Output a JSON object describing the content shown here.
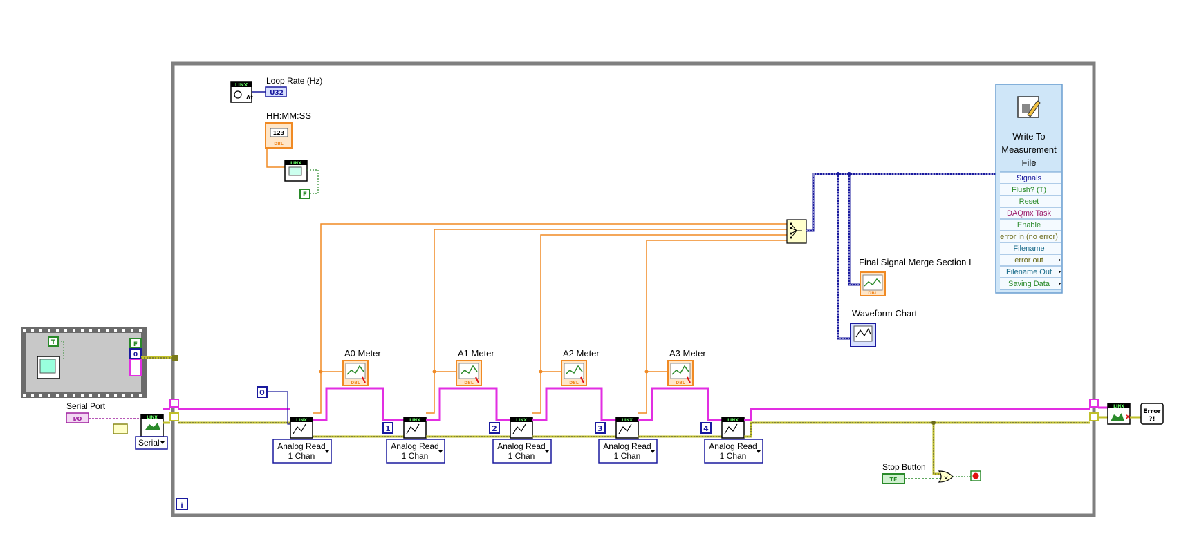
{
  "colors": {
    "loop_border": "#7f7f7f",
    "wire_orange": "#f08a24",
    "wire_pink": "#e22ee2",
    "wire_yellow": "#bfbf2a",
    "wire_blue": "#1a1a9e",
    "wire_green": "#2a8a2a",
    "linx_black": "#000000",
    "linx_green_text": "#66ff66",
    "express_blue": "#cfe6f8"
  },
  "top": {
    "loop_rate_label": "Loop Rate (Hz)",
    "loop_rate_type": "U32",
    "linx_tag": "LINX",
    "hhmmss_label": "HH:MM:SS",
    "hhmmss_type": "123",
    "dbl_tag": "DBL",
    "false_const": "F"
  },
  "init": {
    "serial_port_label": "Serial Port",
    "serial_port_type": "I/O",
    "serial_const": "Serial",
    "true_const": "T",
    "false_const": "F",
    "zero_const": "0"
  },
  "channels": [
    {
      "const": "0",
      "meter_label": "A0 Meter",
      "read_label_1": "Analog Read",
      "read_label_2": "1 Chan"
    },
    {
      "const": "1",
      "meter_label": "A1 Meter",
      "read_label_1": "Analog Read",
      "read_label_2": "1 Chan"
    },
    {
      "const": "2",
      "meter_label": "A2 Meter",
      "read_label_1": "Analog Read",
      "read_label_2": "1 Chan"
    },
    {
      "const": "3",
      "meter_label": "A3 Meter",
      "read_label_1": "Analog Read",
      "read_label_2": "1 Chan"
    },
    {
      "const": "4",
      "meter_label": "",
      "read_label_1": "Analog Read",
      "read_label_2": "1 Chan"
    }
  ],
  "merge": {
    "final_label": "Final Signal Merge Section I",
    "chart_label": "Waveform Chart"
  },
  "write_file": {
    "title_1": "Write To",
    "title_2": "Measurement",
    "title_3": "File",
    "terminals": [
      {
        "label": "Signals",
        "color": "#1a1a9e"
      },
      {
        "label": "Flush? (T)",
        "color": "#2a8a2a"
      },
      {
        "label": "Reset",
        "color": "#2a8a2a"
      },
      {
        "label": "DAQmx Task",
        "color": "#9b1a6a"
      },
      {
        "label": "Enable",
        "color": "#2a8a2a"
      },
      {
        "label": "error in (no error)",
        "color": "#6b6b1a"
      },
      {
        "label": "Filename",
        "color": "#1a6b8a"
      },
      {
        "label": "error out",
        "color": "#6b6b1a"
      },
      {
        "label": "Filename Out",
        "color": "#1a6b8a"
      },
      {
        "label": "Saving Data",
        "color": "#2a8a2a"
      }
    ]
  },
  "stop": {
    "stop_label": "Stop Button",
    "stop_type": "TF",
    "error_label": "Error",
    "error_sub": "?!"
  },
  "loop": {
    "iter": "i"
  }
}
